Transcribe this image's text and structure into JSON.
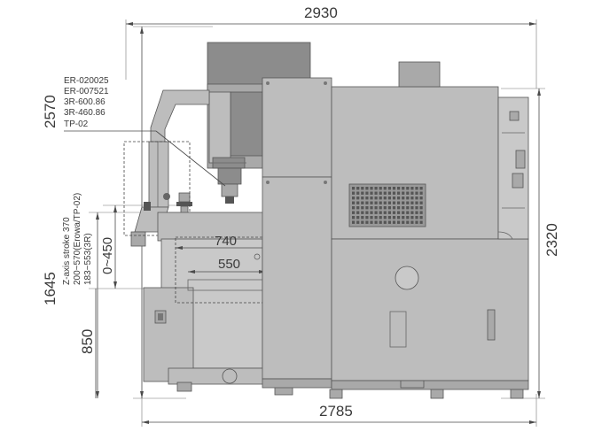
{
  "dimensions": {
    "overall_width_top": "2930",
    "overall_width_bottom": "2785",
    "overall_height_left": "2570",
    "overall_height_right": "2320",
    "table_height": "1645",
    "base_height": "850",
    "table_x_travel": "740",
    "table_y_travel": "550",
    "z_range": "0~450"
  },
  "labels": {
    "spindle_options": [
      "ER-020025",
      "ER-007521",
      "3R-600.86",
      "3R-460.86",
      "TP-02"
    ],
    "z_axis_notes": [
      "Z-axis stroke 370",
      "200~570(Erowa/TP-02)",
      "183~553(3R)"
    ]
  },
  "colors": {
    "dim_text": "#3a3a3a",
    "machine_dark": "#8c8c8c",
    "machine_mid": "#a9a9a9",
    "machine_light": "#bdbdbd"
  }
}
